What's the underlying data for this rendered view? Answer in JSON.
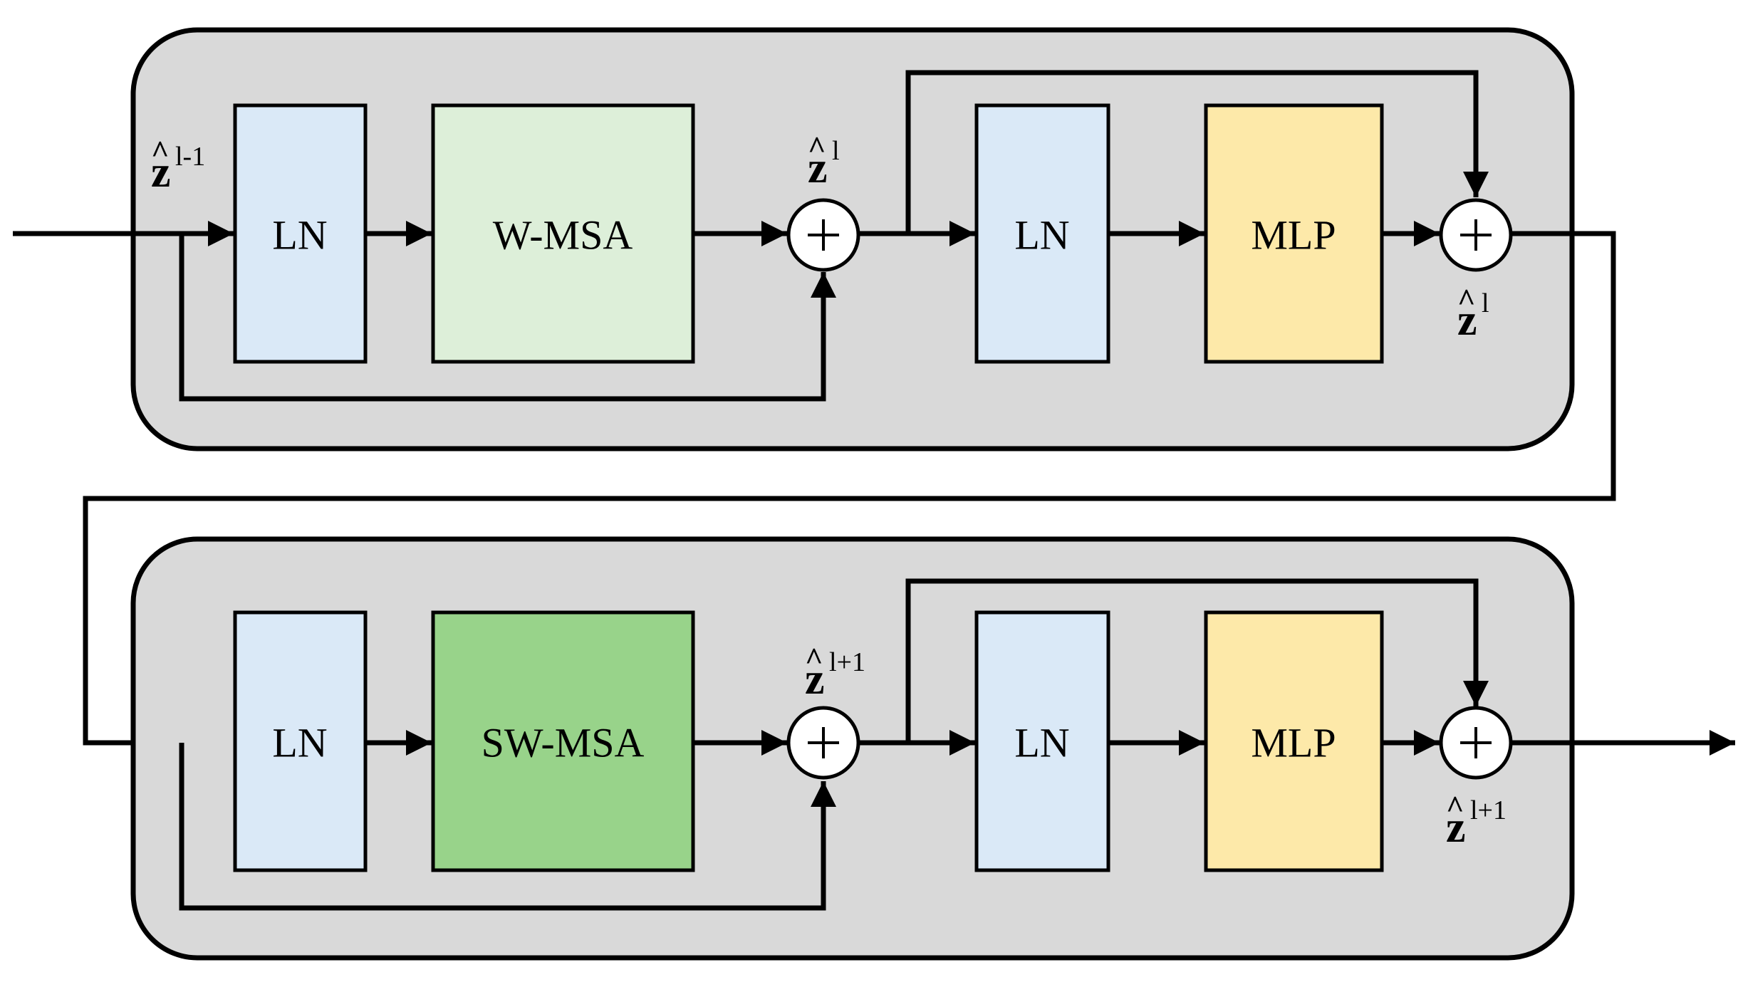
{
  "blocks": [
    {
      "ln1": "LN",
      "attention": "W-MSA",
      "ln2": "LN",
      "mlp": "MLP",
      "input_var": {
        "base": "z",
        "sup": "l-1"
      },
      "mid_var": {
        "base": "z",
        "sup": "l"
      },
      "out_var": {
        "base": "z",
        "sup": "l"
      }
    },
    {
      "ln1": "LN",
      "attention": "SW-MSA",
      "ln2": "LN",
      "mlp": "MLP",
      "mid_var": {
        "base": "z",
        "sup": "l+1"
      },
      "out_var": {
        "base": "z",
        "sup": "l+1"
      }
    }
  ],
  "sum_symbol": "+",
  "hat_symbol": "^",
  "colors": {
    "panel": "#d9d9d9",
    "ln": "#dae9f7",
    "w_msa": "#ddefd9",
    "sw_msa": "#98d38a",
    "mlp": "#fde9a9"
  }
}
